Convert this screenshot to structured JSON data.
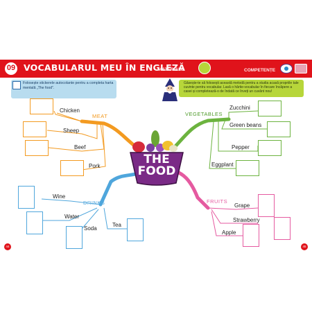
{
  "header": {
    "number": "09",
    "title": "VOCABULARUL MEU ÎN ENGLEZĂ",
    "materials_label": "MATERIALE",
    "competencies_label": "COMPETENȚE",
    "colors": {
      "bar": "#e0131b",
      "lime": "#b7d63a"
    }
  },
  "instruction": {
    "text": "Folosește stickerele autocolante pentru a completa harta mentală „The food”."
  },
  "note": {
    "text": "Găsește-te să folosești această metodă pentru a studia acasă propriile tale cuvinte pentru vocabular. Lasă o hârtie-vocabular în fiecare încăpere a casei și completează-o de îndată ce înveți un cuvânt nou!"
  },
  "center": {
    "line1": "THE",
    "line2": "FOOD"
  },
  "categories": {
    "meat": "MEAT",
    "vegetables": "VEGETABLES",
    "drinks": "DRINKS",
    "fruits": "FRUITS"
  },
  "words": {
    "meat": [
      "Chicken",
      "Sheep",
      "Beef",
      "Pork"
    ],
    "vegetables": [
      "Zucchini",
      "Green beans",
      "Pepper",
      "Eggplant"
    ],
    "drinks": [
      "Wine",
      "Water",
      "Soda",
      "Tea"
    ],
    "fruits": [
      "Grape",
      "Strawberry",
      "Apple"
    ]
  },
  "footer": {
    "left_page": "44",
    "right_page": "45"
  },
  "icons": [
    "sticker-icon",
    "wizard-icon",
    "lime-icon",
    "eye-icon",
    "heart-icon",
    "food-basket-icon"
  ]
}
